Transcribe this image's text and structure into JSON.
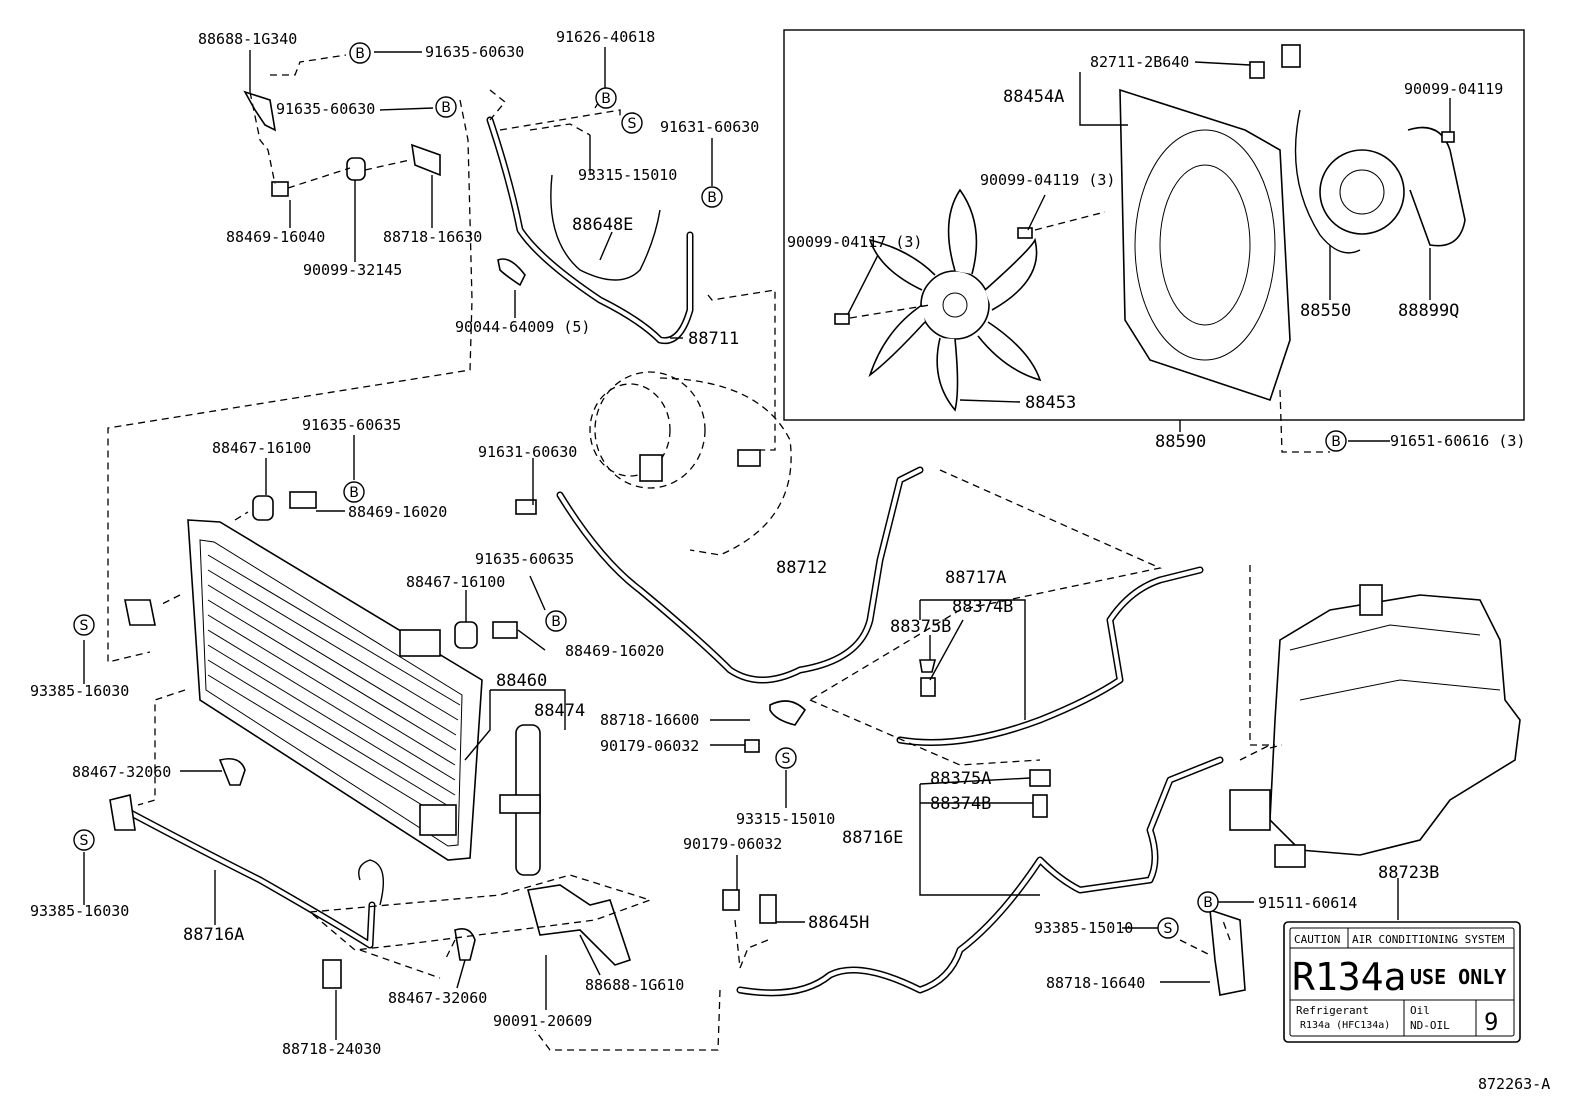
{
  "labels": {
    "88688_1G340": "88688-1G340",
    "91635_60630_a": "91635-60630",
    "91626_40618": "91626-40618",
    "91635_60630_b": "91635-60630",
    "93315_15010_a": "93315-15010",
    "91631_60630_a": "91631-60630",
    "88648E": "88648E",
    "88469_16040": "88469-16040",
    "88718_16630": "88718-16630",
    "90099_32145": "90099-32145",
    "90044_64009": "90044-64009 (5)",
    "88711": "88711",
    "82711_2B640": "82711-2B640",
    "88454A": "88454A",
    "90099_04119_a": "90099-04119",
    "90099_04119_b": "90099-04119 (3)",
    "90099_04117": "90099-04117 (3)",
    "88550": "88550",
    "88899Q": "88899Q",
    "88453": "88453",
    "88590": "88590",
    "91651_60616": "91651-60616 (3)",
    "91635_60635_a": "91635-60635",
    "88467_16100_a": "88467-16100",
    "88469_16020_a": "88469-16020",
    "91631_60630_b": "91631-60630",
    "91635_60635_b": "91635-60635",
    "88467_16100_b": "88467-16100",
    "88469_16020_b": "88469-16020",
    "88712": "88712",
    "88717A": "88717A",
    "88374B_a": "88374B",
    "88375B": "88375B",
    "93385_16030_a": "93385-16030",
    "88460": "88460",
    "88474": "88474",
    "88718_16600": "88718-16600",
    "90179_06032_a": "90179-06032",
    "93315_15010_b": "93315-15010",
    "88375A": "88375A",
    "88374B_b": "88374B",
    "88716E": "88716E",
    "88467_32060_a": "88467-32060",
    "93385_16030_b": "93385-16030",
    "88716A": "88716A",
    "90179_06032_b": "90179-06032",
    "88645H": "88645H",
    "88467_32060_b": "88467-32060",
    "88688_1G610": "88688-1G610",
    "90091_20609": "90091-20609",
    "88718_24030": "88718-24030",
    "88723B": "88723B",
    "91511_60614": "91511-60614",
    "93385_15010": "93385-15010",
    "88718_16640": "88718-16640",
    "figure_code": "872263-A"
  },
  "markers": {
    "B": "B",
    "S": "S"
  },
  "caution_plate": {
    "caution": "CAUTION",
    "system": "AIR CONDITIONING SYSTEM",
    "refrigerant_code": "R134a",
    "use_only": "USE ONLY",
    "refrigerant_label": "Refrigerant",
    "refrigerant_detail": "R134a (HFC134a)",
    "oil_label": "Oil",
    "oil_value": "ND-OIL",
    "oil_number": "9"
  }
}
